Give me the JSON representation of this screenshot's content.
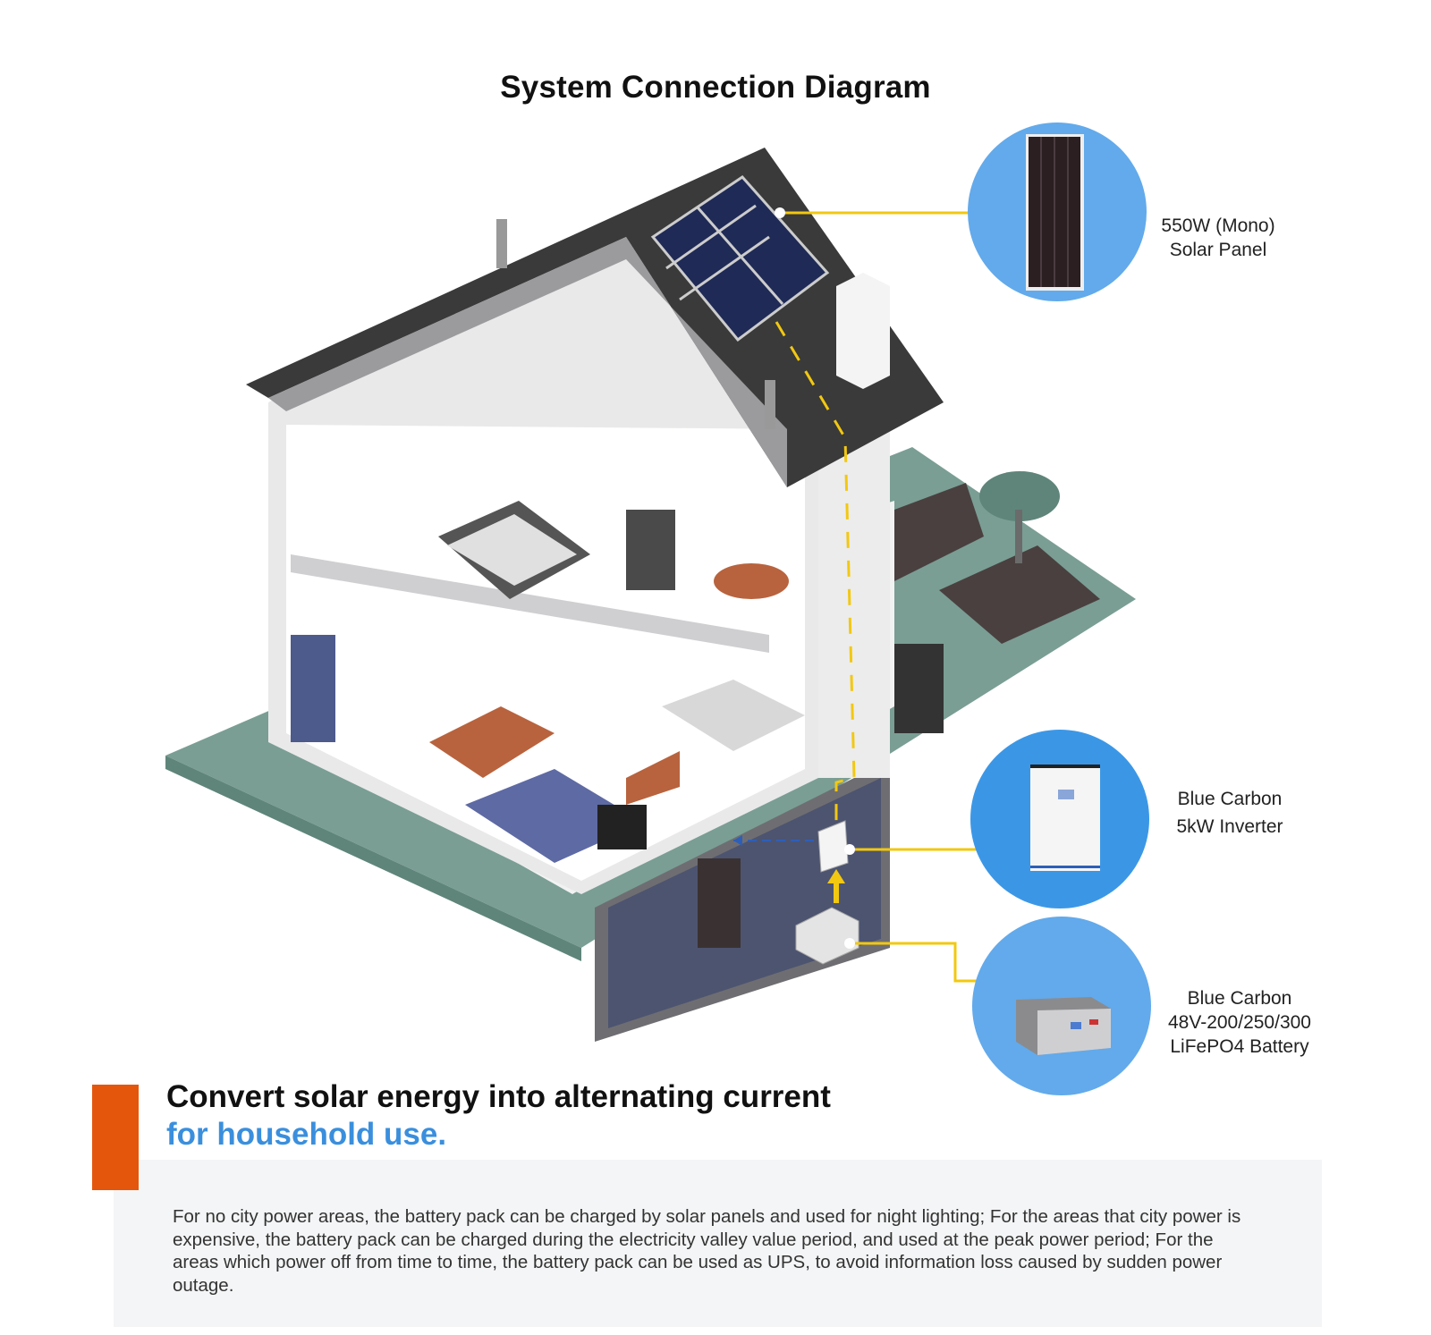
{
  "title": "System Connection Diagram",
  "components": [
    {
      "name": "solar-panel",
      "lines": [
        "550W (Mono)",
        "Solar Panel"
      ]
    },
    {
      "name": "inverter",
      "lines": [
        "Blue Carbon",
        "5kW Inverter"
      ]
    },
    {
      "name": "battery",
      "lines": [
        "Blue Carbon",
        "48V-200/250/300",
        "LiFePO4 Battery"
      ]
    }
  ],
  "heading": {
    "line1": "Convert solar energy into alternating current",
    "line2": "for household use."
  },
  "description": "For no city power areas, the battery pack can be charged by solar panels and used for night lighting; For the areas that city power is expensive, the battery pack can be charged during the electricity valley value period, and used at the peak power period; For the areas which power off from time to time, the battery pack can be used as UPS, to avoid information loss caused by sudden power outage.",
  "colors": {
    "accent_orange": "#e4560c",
    "accent_blue": "#3a8fdd",
    "circle_blue": "#62aaeb",
    "connector_yellow": "#f2c811",
    "ground_green": "#7a9e94",
    "roof": "#3a3a3a"
  }
}
